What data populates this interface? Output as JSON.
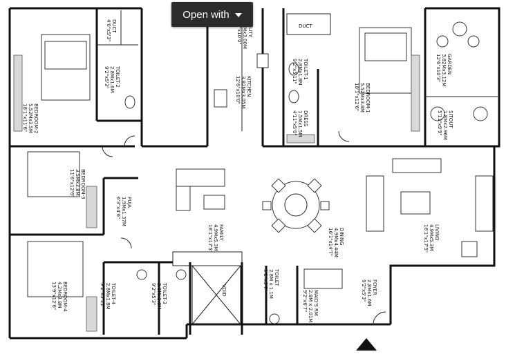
{
  "toolbar": {
    "open_with_label": "Open with",
    "open_with_caret": "chevron-down-icon"
  },
  "rooms": [
    {
      "id": "bedroom2",
      "name": "BEDROOM-2",
      "dims_m": "5.52Mx3.5M",
      "dims_ft": "18'1\"x11'6\""
    },
    {
      "id": "toilet2",
      "name": "TOILET-2",
      "dims_m": "2.8Mx1.6M",
      "dims_ft": "9'2\"x5'3\""
    },
    {
      "id": "duct1",
      "name": "DUCT",
      "dims_m": "",
      "dims_ft": "4'0\"x5'3\""
    },
    {
      "id": "utility",
      "name": "UTILITY",
      "dims_m": "1.5Mx3.00M",
      "dims_ft": "5'0\"x10'0\""
    },
    {
      "id": "kitchen",
      "name": "KITCHEN",
      "dims_m": "3.82Mx3.05M",
      "dims_ft": "12'6\"x10'0\""
    },
    {
      "id": "duct2",
      "name": "DUCT",
      "dims_m": "",
      "dims_ft": ""
    },
    {
      "id": "toilet1",
      "name": "TOILET-1",
      "dims_m": "2.8Mx1.8M",
      "dims_ft": "9'2\"x5'11\""
    },
    {
      "id": "dress",
      "name": "DRESS",
      "dims_m": "1.5Mx1.5M",
      "dims_ft": "4'11\"x5'0\""
    },
    {
      "id": "bedroom1",
      "name": "BEDROOM-1",
      "dims_m": "5.52Mx3.8M",
      "dims_ft": "18'1\"x12'6\""
    },
    {
      "id": "garden",
      "name": "GARDEN",
      "dims_m": "3.82Mx3.12M",
      "dims_ft": "12'6\"x10'3\""
    },
    {
      "id": "sitout",
      "name": "SITOUT",
      "dims_m": "1.8Mx2.96M",
      "dims_ft": "5'11\"x9'9\""
    },
    {
      "id": "bedroom3",
      "name": "BEDROOM-3",
      "dims_m": "3.5Mx3.8M",
      "dims_ft": "11'6\"x12'6\""
    },
    {
      "id": "puja",
      "name": "PUJA",
      "dims_m": "1.9Mx1.37M",
      "dims_ft": "6'3\"x4'6\""
    },
    {
      "id": "family",
      "name": "FAMILY",
      "dims_m": "4.9Mx5.3M",
      "dims_ft": "16'1\"x17'5\""
    },
    {
      "id": "dining",
      "name": "DINING",
      "dims_m": "4.9Mx4.44M",
      "dims_ft": "16'1\"x14'7\""
    },
    {
      "id": "living",
      "name": "LIVING",
      "dims_m": "4.9Mx5.3M",
      "dims_ft": "16'1\"x17'5\""
    },
    {
      "id": "bedroom4",
      "name": "BEDROOM-4",
      "dims_m": "4.2Mx3.8M",
      "dims_ft": "13'9\"x12'6\""
    },
    {
      "id": "toilet4",
      "name": "TOILET-4",
      "dims_m": "2.8Mx1.8M",
      "dims_ft": "9'2\"x5'11\""
    },
    {
      "id": "toilet3",
      "name": "TOILET-3",
      "dims_m": "2.8Mx1.8M",
      "dims_ft": "9'2\"x5'3\""
    },
    {
      "id": "void",
      "name": "VOID",
      "dims_m": "",
      "dims_ft": ""
    },
    {
      "id": "toilet5",
      "name": "TOILET",
      "dims_m": "2.8M x 1.1M",
      "dims_ft": "9'2\"x3'7\""
    },
    {
      "id": "maids",
      "name": "MAID'S RM",
      "dims_m": "2.8M x 2.01M",
      "dims_ft": "9'2\"x6'7\""
    },
    {
      "id": "foyer",
      "name": "FOYER",
      "dims_m": "2.8Mx1.6M",
      "dims_ft": "9'2\"x5'3\""
    }
  ]
}
